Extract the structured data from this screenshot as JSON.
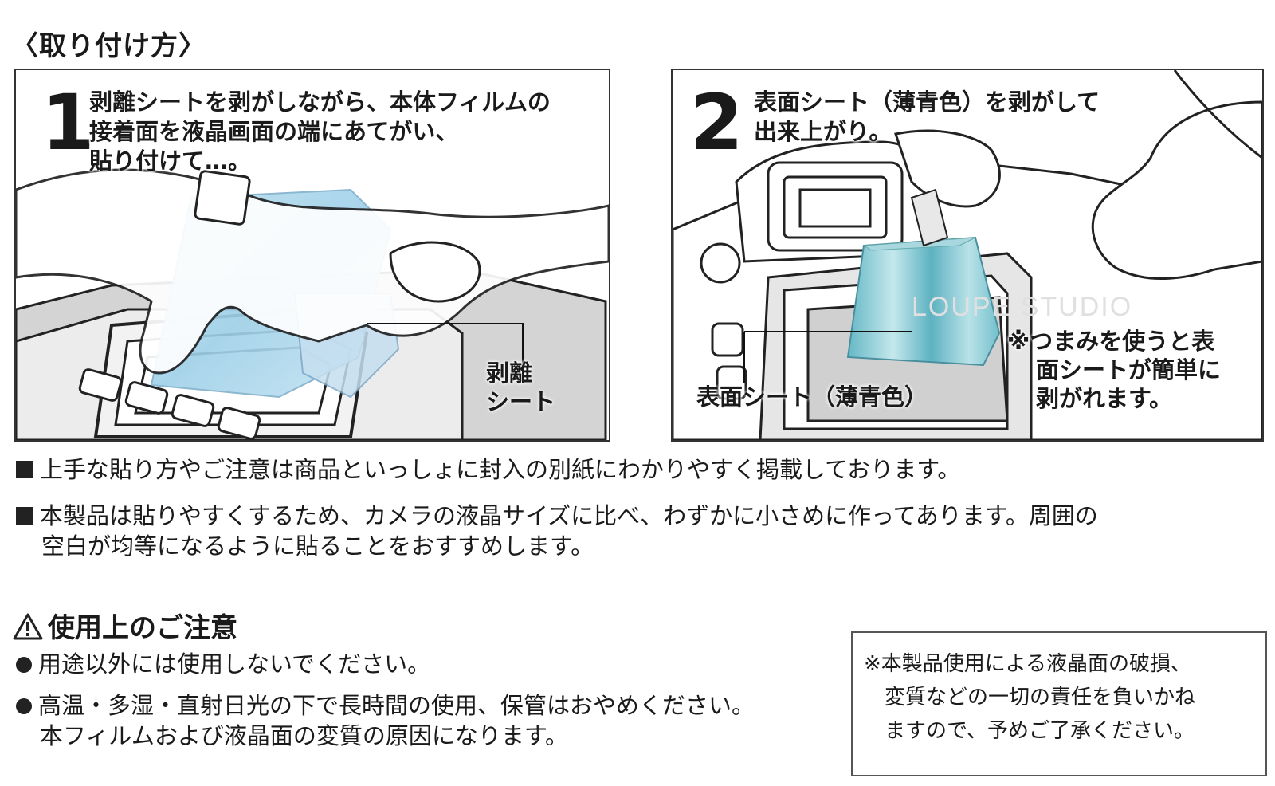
{
  "title": "〈取り付け方〉",
  "step1": {
    "number": "1",
    "lines": [
      "剥離シートを剥がしながら、本体フィルムの",
      "接着面を液晶画面の端にあてがい、",
      "貼り付けて…。"
    ],
    "label_lines": [
      "剥離",
      "シート"
    ]
  },
  "step2": {
    "number": "2",
    "lines": [
      "表面シート（薄青色）を剥がして",
      "出来上がり。"
    ],
    "label": "表面シート（薄青色）",
    "tip_lines": [
      "※つまみを使うと表",
      "面シートが簡単に",
      "剥がれます。"
    ],
    "watermark": "LOUPE STUDIO"
  },
  "notes": [
    [
      "上手な貼り方やご注意は商品といっしょに封入の別紙にわかりやすく掲載しております。"
    ],
    [
      "本製品は貼りやすくするため、カメラの液晶サイズに比べ、わずかに小さめに作ってあります。周囲の",
      "空白が均等になるように貼ることをおすすめします。"
    ]
  ],
  "caution": {
    "title": "使用上のご注意",
    "icon": "warning-triangle-icon",
    "items": [
      [
        "用途以外には使用しないでください。"
      ],
      [
        "高温・多湿・直射日光の下で長時間の使用、保管はおやめください。",
        "本フィルムおよび液晶面の変質の原因になります。"
      ]
    ]
  },
  "disclaimer": [
    "※本製品使用による液晶面の破損、",
    "　変質などの一切の責任を負いかね",
    "　ますので、予めご了承ください。"
  ]
}
